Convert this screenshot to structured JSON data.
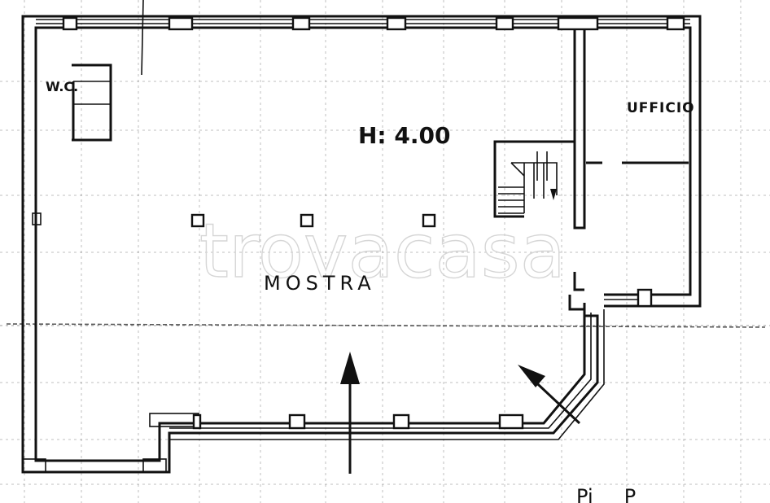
{
  "plan": {
    "labels": {
      "wc": "W.C.",
      "office": "UFFICIO",
      "height": "H: 4.00",
      "showroom": "MOSTRA",
      "footer_fragment": "Pi     P"
    },
    "watermark": "trovacasa"
  }
}
